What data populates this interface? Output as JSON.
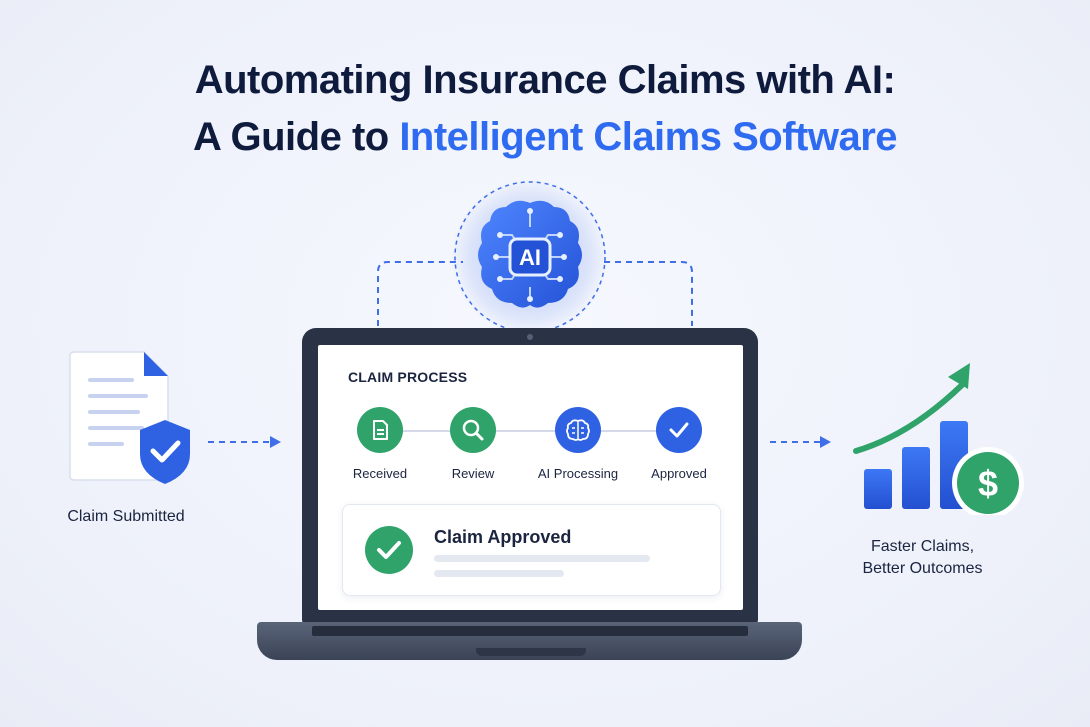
{
  "title": {
    "line1": "Automating Insurance Claims with AI:",
    "line2_prefix": "A Guide to ",
    "line2_highlight": "Intelligent Claims Software"
  },
  "left": {
    "caption": "Claim Submitted",
    "icon": "shield-check-document-icon"
  },
  "ai": {
    "label": "AI",
    "icon": "brain-circuit-icon"
  },
  "process": {
    "title": "CLAIM PROCESS",
    "steps": [
      {
        "label": "Received",
        "icon": "document-icon",
        "color": "#2fa36a"
      },
      {
        "label": "Review",
        "icon": "magnifier-icon",
        "color": "#2fa36a"
      },
      {
        "label": "AI Processing",
        "icon": "brain-icon",
        "color": "#2f62e3"
      },
      {
        "label": "Approved",
        "icon": "check-icon",
        "color": "#2f62e3"
      }
    ]
  },
  "result": {
    "title": "Claim Approved",
    "icon": "check-circle-icon"
  },
  "right": {
    "caption_line1": "Faster Claims,",
    "caption_line2": "Better Outcomes",
    "icon": "growth-chart-dollar-icon"
  },
  "colors": {
    "primary": "#2f6bf0",
    "success": "#2fa36a",
    "dark": "#0f1b3d"
  }
}
